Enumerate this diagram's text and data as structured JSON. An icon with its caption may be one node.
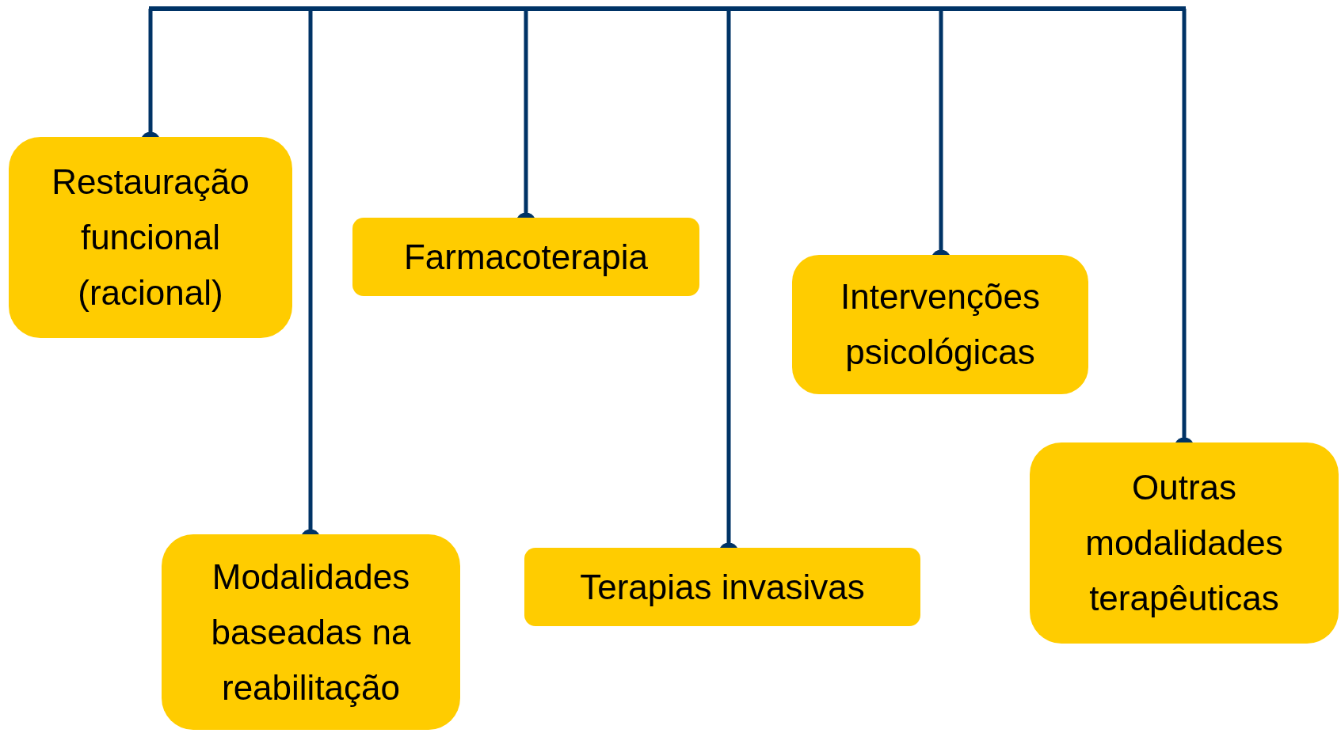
{
  "diagram": {
    "nodes": [
      {
        "text": [
          "Restauração funcional (racional)"
        ]
      },
      {
        "text": [
          "Modalidades baseadas na reabilitação"
        ]
      },
      {
        "text": [
          "Farmacoterapia"
        ]
      },
      {
        "text": [
          "Terapias invasivas"
        ]
      },
      {
        "text": [
          "Intervenções psicológicas"
        ]
      },
      {
        "text": [
          "Outras modalidades terapêuticas"
        ]
      }
    ],
    "edges": [
      {
        "from": null,
        "to": 0,
        "arrow": "other"
      },
      {
        "from": null,
        "to": 1,
        "arrow": "other"
      },
      {
        "from": null,
        "to": 2,
        "arrow": "other"
      },
      {
        "from": null,
        "to": 3,
        "arrow": "other"
      },
      {
        "from": null,
        "to": 4,
        "arrow": "other"
      },
      {
        "from": null,
        "to": 5,
        "arrow": "other"
      }
    ]
  }
}
